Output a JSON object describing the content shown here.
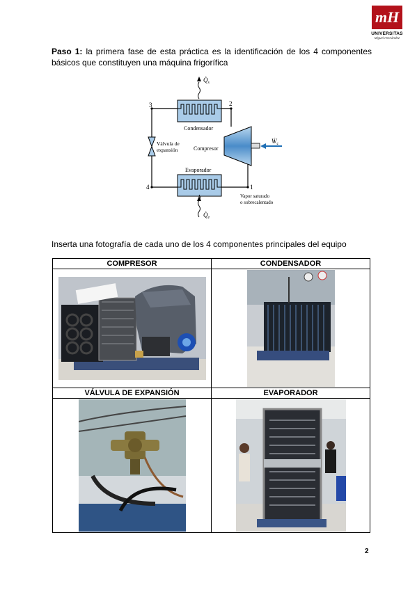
{
  "logo": {
    "mark": "mH",
    "name": "UNIVERSITAS",
    "subtitle": "Miguel Hernández"
  },
  "intro": {
    "step_label": "Paso 1:",
    "text": " la primera fase de esta práctica es la identificación de los 4 componentes básicos que constituyen una máquina frigorífica"
  },
  "diagram": {
    "q_top": "Q̇",
    "q_top_sub": "s",
    "q_bottom": "Q̇",
    "q_bottom_sub": "e",
    "w": "Ẇ",
    "w_sub": "c",
    "node_1": "1",
    "node_2": "2",
    "node_3": "3",
    "node_4": "4",
    "condenser": "Condensador",
    "evaporator": "Evaporador",
    "compressor": "Compresor",
    "valve_line1": "Válvula de",
    "valve_line2": "expansión",
    "vapor_line1": "Vapor saturado",
    "vapor_line2": "o sobrecalentado"
  },
  "instruction": "Inserta una fotografía de cada uno de los 4 componentes principales del equipo",
  "table": {
    "headers": [
      "COMPRESOR",
      "CONDENSADOR",
      "VÁLVULA DE EXPANSIÓN",
      "EVAPORADOR"
    ]
  },
  "page_number": "2"
}
